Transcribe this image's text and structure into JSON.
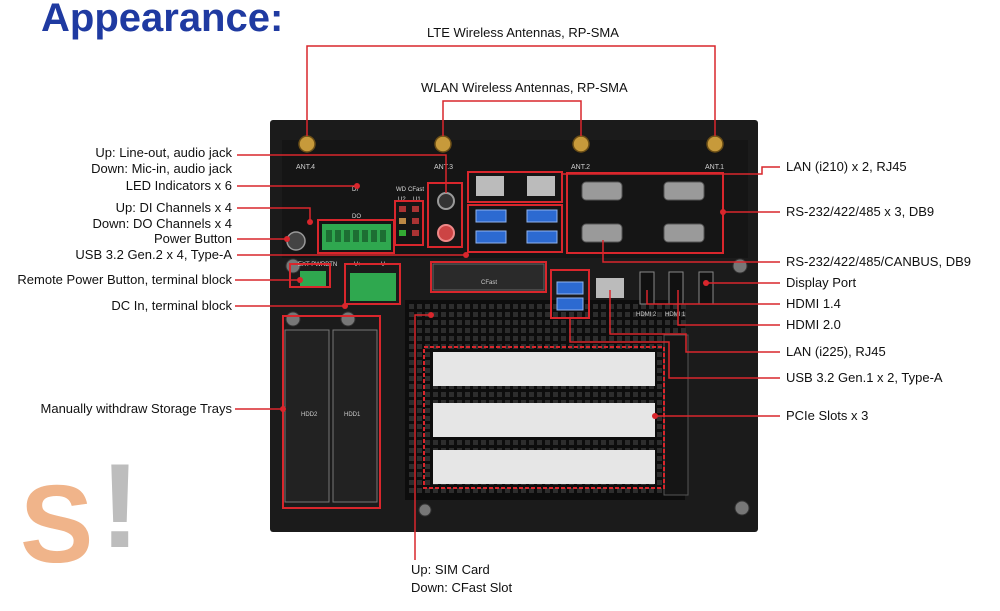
{
  "title": "Appearance:",
  "labels": {
    "lte_antennas": "LTE Wireless Antennas, RP-SMA",
    "wlan_antennas": "WLAN Wireless Antennas, RP-SMA",
    "audio_up": "Up: Line-out, audio jack",
    "audio_down": "Down: Mic-in, audio jack",
    "led_indicators": "LED Indicators x 6",
    "di_channels": "Up: DI Channels x 4",
    "do_channels": "Down: DO Channels x 4",
    "power_button": "Power Button",
    "usb32_gen2": "USB 3.2 Gen.2 x 4, Type-A",
    "remote_power": "Remote Power Button, terminal block",
    "dc_in": "DC In, terminal block",
    "storage_trays": "Manually withdraw Storage Trays",
    "sim_card_up": "Up: SIM Card",
    "cfast_down": "Down: CFast Slot",
    "lan_i210": "LAN (i210) x 2, RJ45",
    "rs232_db9": "RS-232/422/485 x 3, DB9",
    "rs232_canbus": "RS-232/422/485/CANBUS, DB9",
    "display_port": "Display Port",
    "hdmi14": "HDMI 1.4",
    "hdmi20": "HDMI 2.0",
    "lan_i225": "LAN (i225), RJ45",
    "usb32_gen1": "USB 3.2 Gen.1 x 2, Type-A",
    "pcie_slots": "PCIe Slots x 3"
  },
  "panel": {
    "ant4": "ANT.4",
    "ant3": "ANT.3",
    "ant2": "ANT.2",
    "ant1": "ANT.1",
    "di": "DI",
    "do": "DO",
    "wd": "WD",
    "cfast_led": "CFast",
    "u2": "U2",
    "u1": "U1",
    "ext_pwrbtn": "EXT PWRBTN",
    "v_plus": "V+",
    "v_minus": "V-",
    "cfast": "CFast",
    "hdd2": "HDD2",
    "hdd1": "HDD1",
    "hdmi2": "HDMI 2",
    "hdmi1": "HDMI 1"
  },
  "colors": {
    "accent": "#d9262c",
    "title": "#1f3aa1",
    "chassis": "#1b1b1b"
  }
}
